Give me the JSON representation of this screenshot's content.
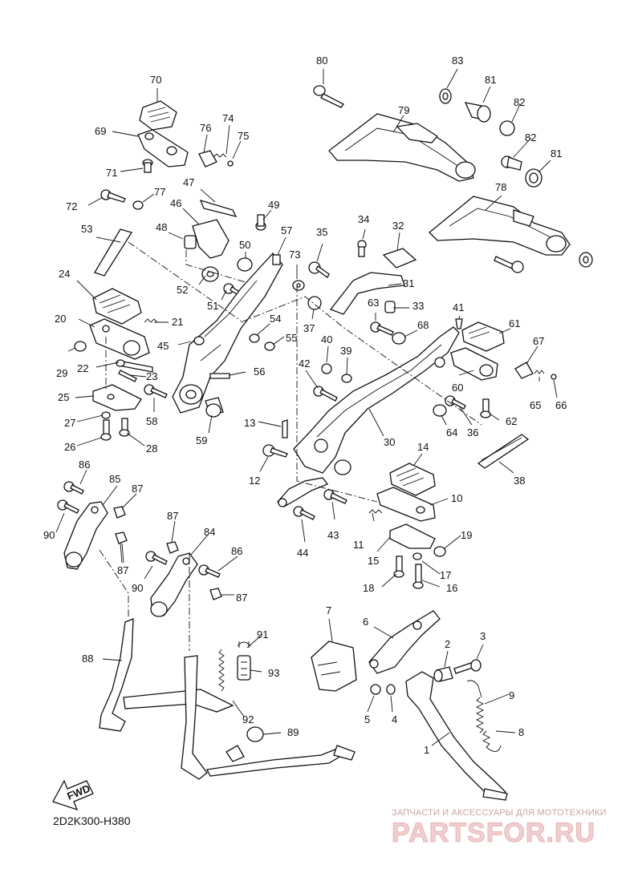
{
  "diagram_code": "2D2K300-H380",
  "fwd_label": "FWD",
  "watermark": {
    "line1": "ЗАПЧАСТИ И АКСЕССУАРЫ ДЛЯ МОТОТЕХНИКИ",
    "line2": "PARTSFOR.RU"
  },
  "callouts": [
    "80",
    "83",
    "81",
    "82",
    "79",
    "70",
    "76",
    "74",
    "75",
    "69",
    "71",
    "82",
    "81",
    "78",
    "72",
    "77",
    "47",
    "46",
    "49",
    "48",
    "50",
    "53",
    "57",
    "35",
    "34",
    "32",
    "73",
    "52",
    "51",
    "31",
    "24",
    "63",
    "33",
    "37",
    "21",
    "20",
    "45",
    "54",
    "55",
    "68",
    "41",
    "61",
    "67",
    "40",
    "39",
    "42",
    "29",
    "22",
    "23",
    "56",
    "60",
    "65",
    "66",
    "25",
    "58",
    "27",
    "59",
    "64",
    "36",
    "62",
    "30",
    "13",
    "26",
    "28",
    "12",
    "14",
    "38",
    "86",
    "85",
    "87",
    "10",
    "90",
    "87",
    "84",
    "11",
    "43",
    "19",
    "44",
    "87",
    "15",
    "86",
    "90",
    "17",
    "87",
    "18",
    "16",
    "7",
    "6",
    "88",
    "91",
    "2",
    "3",
    "93",
    "9",
    "5",
    "4",
    "92",
    "8",
    "89",
    "1"
  ]
}
